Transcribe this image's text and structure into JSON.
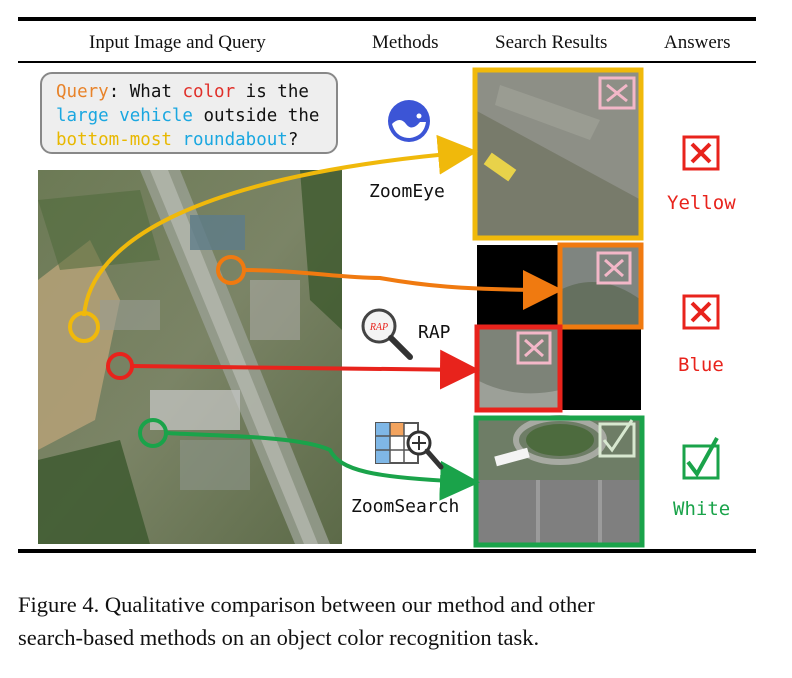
{
  "figure": {
    "headers": {
      "input": "Input Image and Query",
      "methods": "Methods",
      "results": "Search Results",
      "answers": "Answers"
    },
    "query": {
      "label": "Query",
      "w1": "What ",
      "w_color": "color",
      "w2": " is the",
      "w_large_vehicle": "large vehicle",
      "w3": " outside the",
      "w_bottom_most": "bottom-most",
      "w_roundabout": "roundabout",
      "w_end": "?"
    },
    "methods": [
      {
        "name": "ZoomEye",
        "icon": "zoomeye-logo-icon",
        "answer": "Yellow",
        "correct": false
      },
      {
        "name": "RAP",
        "icon": "rap-magnifier-icon",
        "answer": "Blue",
        "correct": false
      },
      {
        "name": "ZoomSearch",
        "icon": "zoomsearch-grid-magnifier-icon",
        "answer": "White",
        "correct": true
      }
    ],
    "rap_icon_text": "RAP",
    "colors": {
      "zoomeye": "#f0b90b",
      "rap_orange": "#f07a10",
      "rap_red": "#e8231c",
      "zoomsearch": "#1aa34a",
      "wrong": "#e8231c",
      "right": "#1aa34a"
    }
  },
  "caption": {
    "line1": "Figure 4. Qualitative comparison between our method and other",
    "line2": "search-based methods on an object color recognition task."
  }
}
